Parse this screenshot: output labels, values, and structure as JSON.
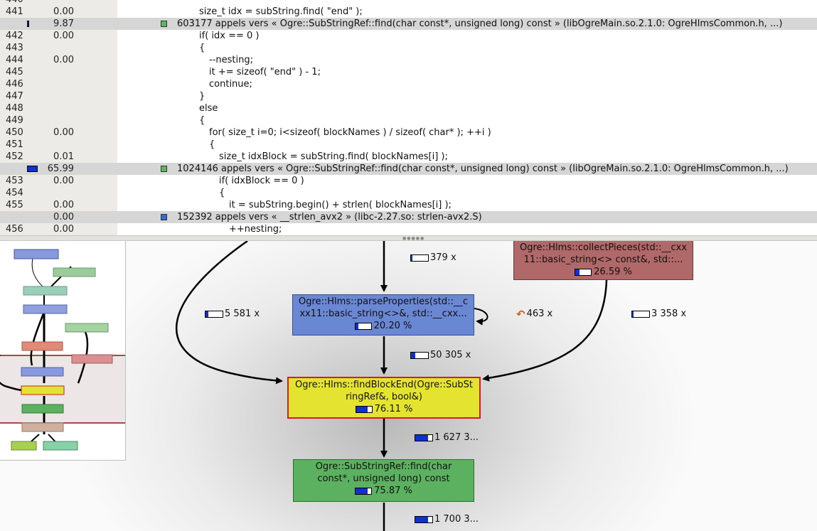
{
  "source": {
    "rows": [
      {
        "line": "440",
        "cost": "",
        "code": ""
      },
      {
        "line": "441",
        "cost": "0.00",
        "code": "size_t idx = subString.find( \"end\" );"
      },
      {
        "line": "",
        "cost": "9.87",
        "call": "603177 appels vers « Ogre::SubStringRef::find(char const*, unsigned long) const » (libOgreMain.so.2.1.0: OgreHlmsCommon.h, ...)",
        "call_color": "#5cb85c"
      },
      {
        "line": "442",
        "cost": "0.00",
        "code": "if( idx == 0 )"
      },
      {
        "line": "443",
        "cost": "",
        "code": "{"
      },
      {
        "line": "444",
        "cost": "0.00",
        "code": "--nesting;"
      },
      {
        "line": "445",
        "cost": "",
        "code": "it += sizeof( \"end\" ) - 1;"
      },
      {
        "line": "446",
        "cost": "",
        "code": "continue;"
      },
      {
        "line": "447",
        "cost": "",
        "code": "}"
      },
      {
        "line": "448",
        "cost": "",
        "code": "else"
      },
      {
        "line": "449",
        "cost": "",
        "code": "{"
      },
      {
        "line": "450",
        "cost": "0.00",
        "code": "for( size_t i=0; i<sizeof( blockNames ) / sizeof( char* ); ++i )"
      },
      {
        "line": "451",
        "cost": "",
        "code": "{"
      },
      {
        "line": "452",
        "cost": "0.01",
        "code": "size_t idxBlock = subString.find( blockNames[i] );"
      },
      {
        "line": "",
        "cost": "65.99",
        "call": "1024146 appels vers « Ogre::SubStringRef::find(char const*, unsigned long) const » (libOgreMain.so.2.1.0: OgreHlmsCommon.h, ...)",
        "call_color": "#5cb85c"
      },
      {
        "line": "453",
        "cost": "0.00",
        "code": "if( idxBlock == 0 )"
      },
      {
        "line": "454",
        "cost": "",
        "code": "{"
      },
      {
        "line": "455",
        "cost": "0.00",
        "code": "it = subString.begin() + strlen( blockNames[i] );"
      },
      {
        "line": "",
        "cost": "0.00",
        "call": "152392 appels vers « __strlen_avx2 » (libc-2.27.so: strlen-avx2.S)",
        "call_color": "#2f6fd0"
      },
      {
        "line": "456",
        "cost": "0.00",
        "code": "++nesting;"
      }
    ]
  },
  "graph": {
    "nodes": {
      "parse": {
        "label": "Ogre::Hlms::parseProperties(std::__cxx11::basic_string<>&, std::__cxx...",
        "pct": "20.20 %",
        "fill": 0.2,
        "color": "#6a87d4"
      },
      "collect": {
        "label": "Ogre::Hlms::collectPieces(std::__cxx11::basic_string<> const&, std::...",
        "pct": "26.59 %",
        "fill": 0.27,
        "color": "#b06868"
      },
      "find_block": {
        "label": "Ogre::Hlms::findBlockEnd(Ogre::SubStringRef&, bool&)",
        "pct": "76.11 %",
        "fill": 0.76,
        "color": "#e3e330"
      },
      "substr_find": {
        "label": "Ogre::SubStringRef::find(char const*, unsigned long) const",
        "pct": "75.87 %",
        "fill": 0.76,
        "color": "#5cb160"
      }
    },
    "edges": {
      "top_in": {
        "label": "379 x",
        "fill": 0.05
      },
      "left_in": {
        "label": "5 581 x",
        "fill": 0.15
      },
      "self_loop": {
        "label": "463 x"
      },
      "collect_in": {
        "label": "3 358 x",
        "fill": 0.1
      },
      "parse_to_find": {
        "label": "50 305 x",
        "fill": 0.25
      },
      "find_to_substr": {
        "label": "1 627 3...",
        "fill": 0.75
      },
      "substr_out": {
        "label": "1 700 3...",
        "fill": 0.75
      }
    }
  }
}
